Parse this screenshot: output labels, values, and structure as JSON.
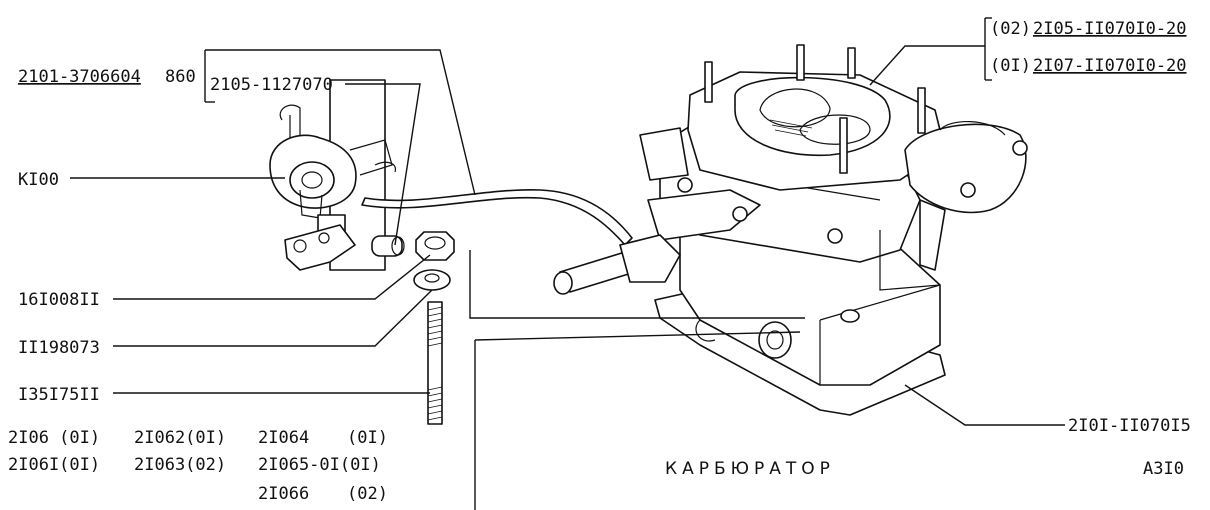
{
  "labels": {
    "fuel_pump_part": "2101-3706604",
    "fuel_pump_num": "860",
    "hose_part": "2105-1127070",
    "ki00": "KI00",
    "nut": "16I008II",
    "washer": "II198073",
    "stud": "I35I75II",
    "gasket": "2I0I-II070I5",
    "carb_02_prefix": "(02)",
    "carb_02": "2I05-II070I0-20",
    "carb_01_prefix": "(0I)",
    "carb_01": "2I07-II070I0-20"
  },
  "models": {
    "col1": [
      "2I06 (0I)",
      "2I06I(0I)"
    ],
    "col2": [
      "2I062(0I)",
      "2I063(02)"
    ],
    "col3": [
      "2I064",
      "2I065-0I(0I)",
      "2I066"
    ],
    "col3_codes": [
      "(0I)",
      "",
      "(02)"
    ]
  },
  "title": "КАРБЮРАТОР",
  "page_code": "A3I0"
}
